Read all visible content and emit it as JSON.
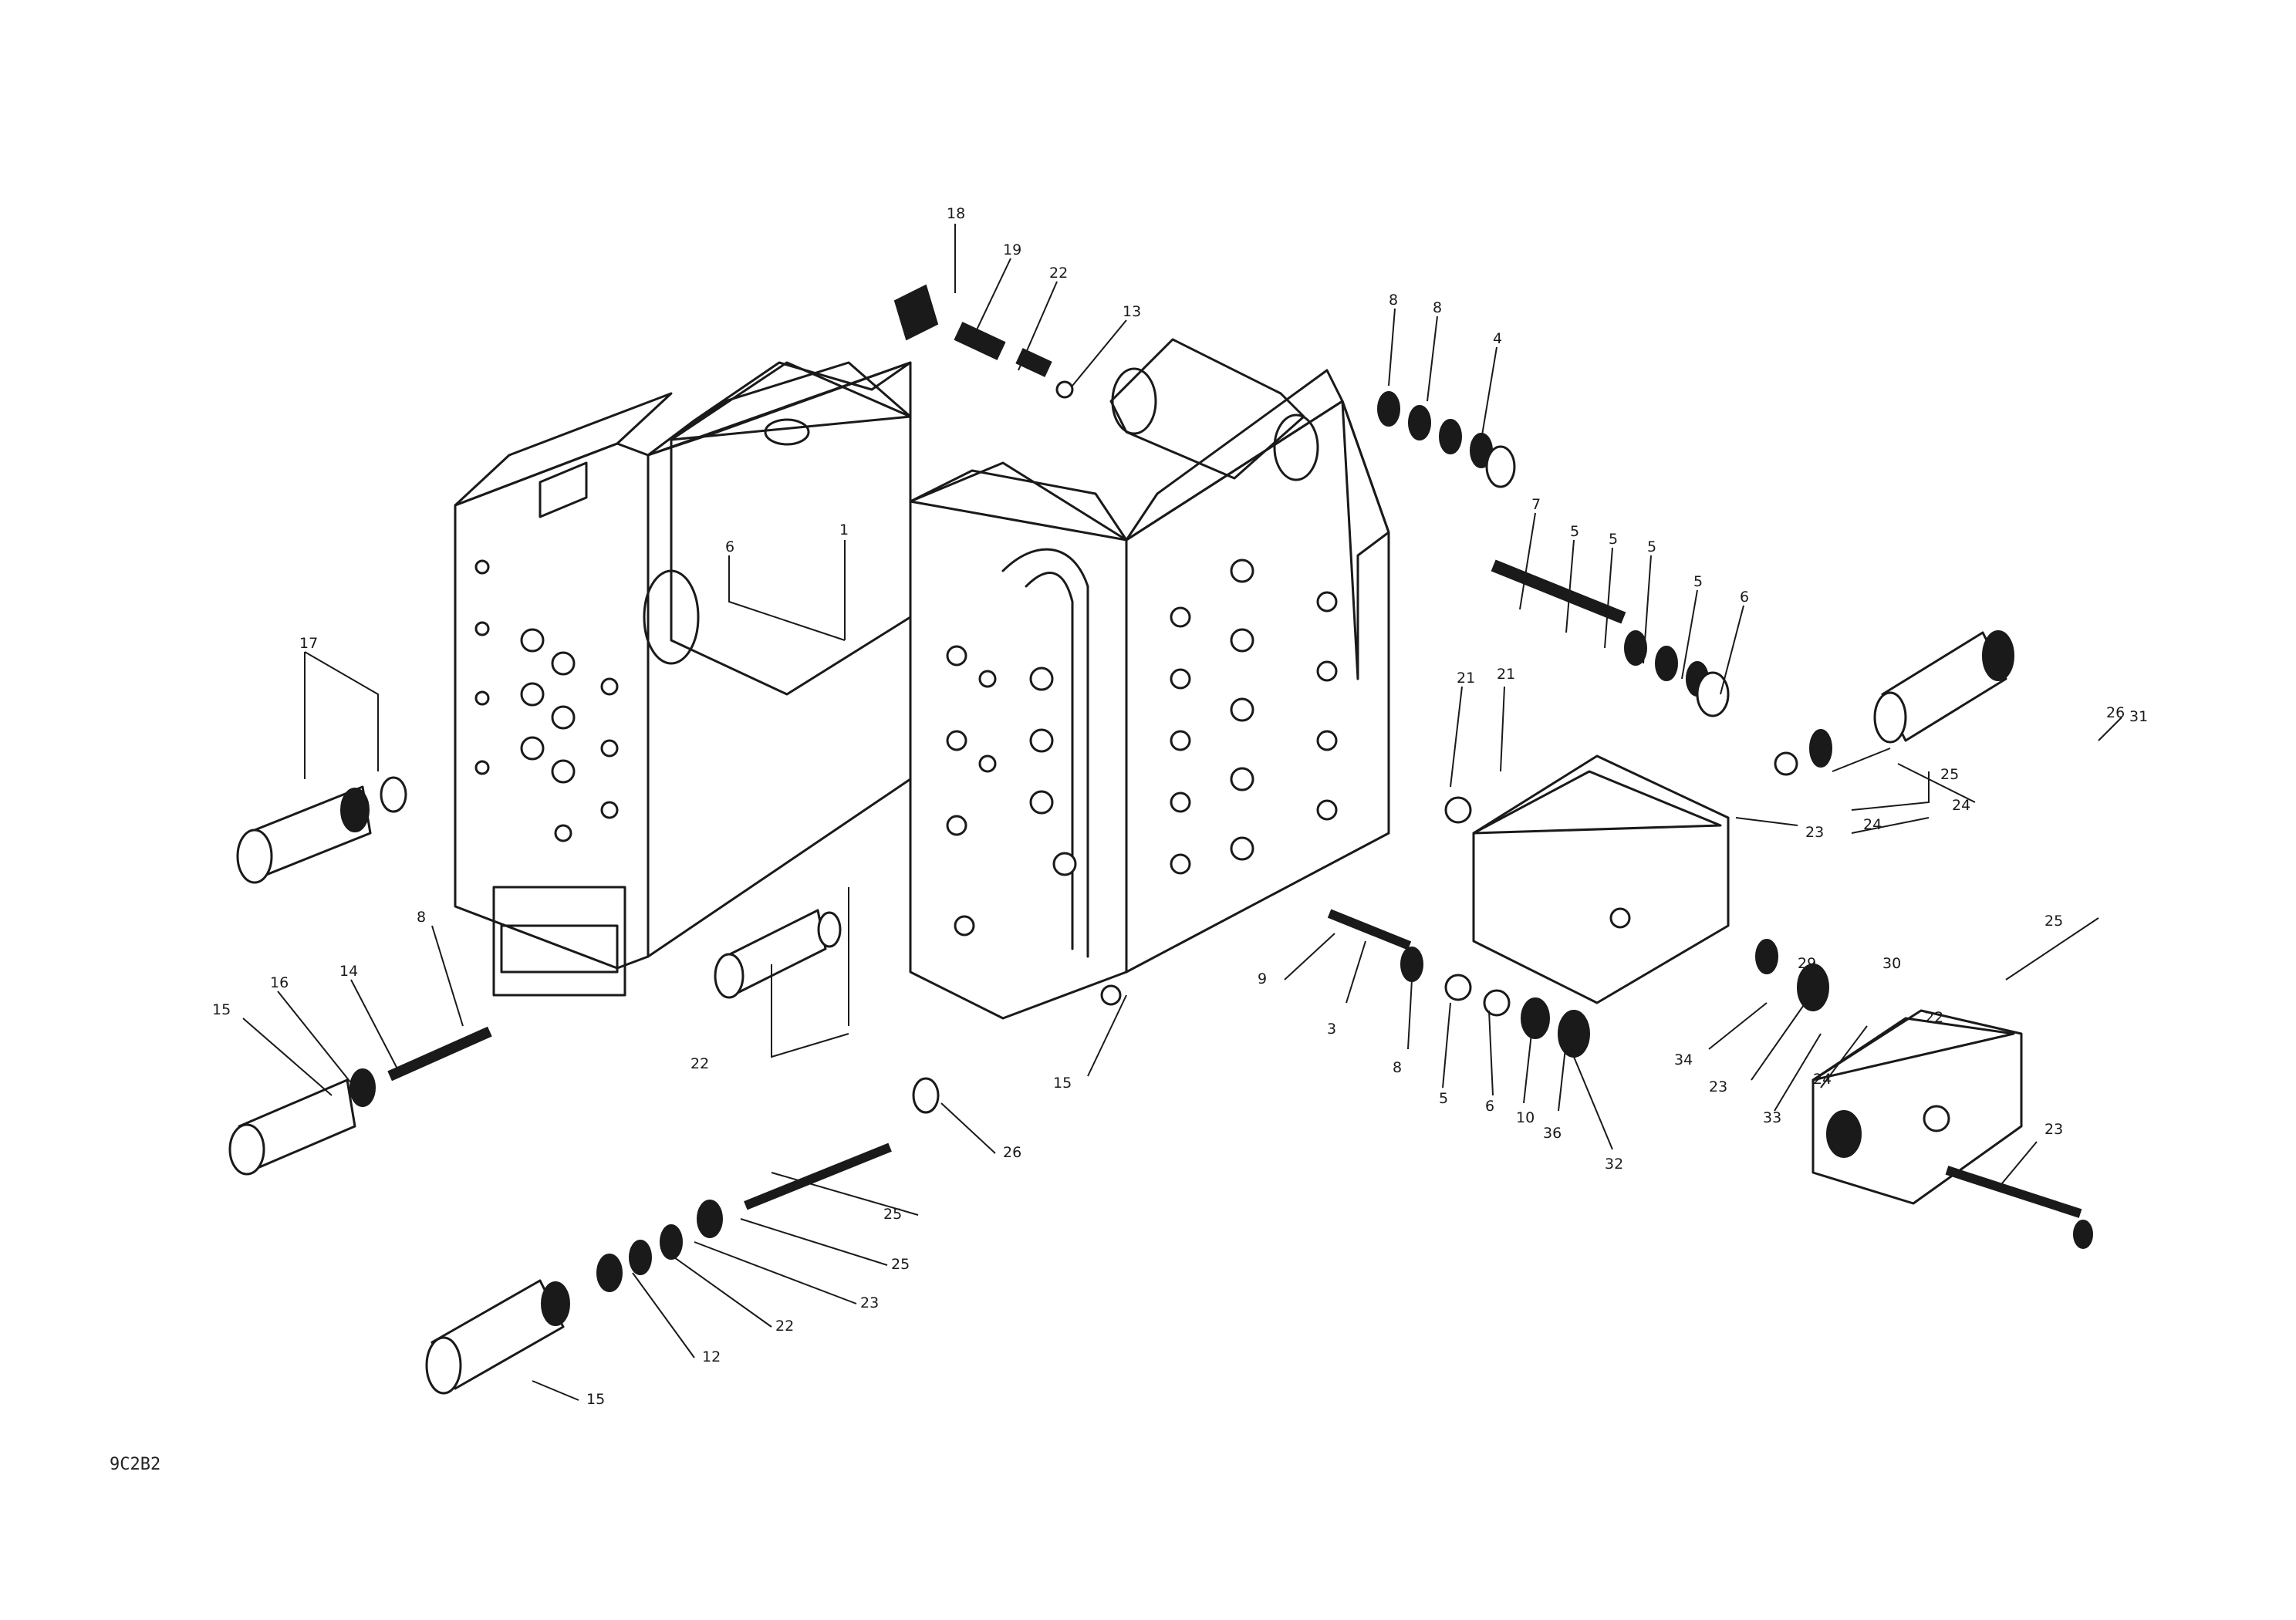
{
  "diagram": {
    "callouts": [
      "18",
      "19",
      "22",
      "13",
      "8",
      "8",
      "4",
      "7",
      "5",
      "5",
      "5",
      "5",
      "6",
      "6",
      "1",
      "17",
      "21",
      "21",
      "22",
      "26",
      "25",
      "25",
      "23",
      "22",
      "12",
      "15",
      "15",
      "15",
      "16",
      "14",
      "8",
      "9",
      "3",
      "8",
      "5",
      "6",
      "10",
      "36",
      "32",
      "34",
      "23",
      "33",
      "24",
      "30",
      "25",
      "22",
      "29",
      "23",
      "23",
      "26",
      "25",
      "24",
      "24",
      "31"
    ]
  },
  "stamp": {
    "small_line_1": "",
    "small_line_2": "",
    "code": "9C2B2"
  }
}
